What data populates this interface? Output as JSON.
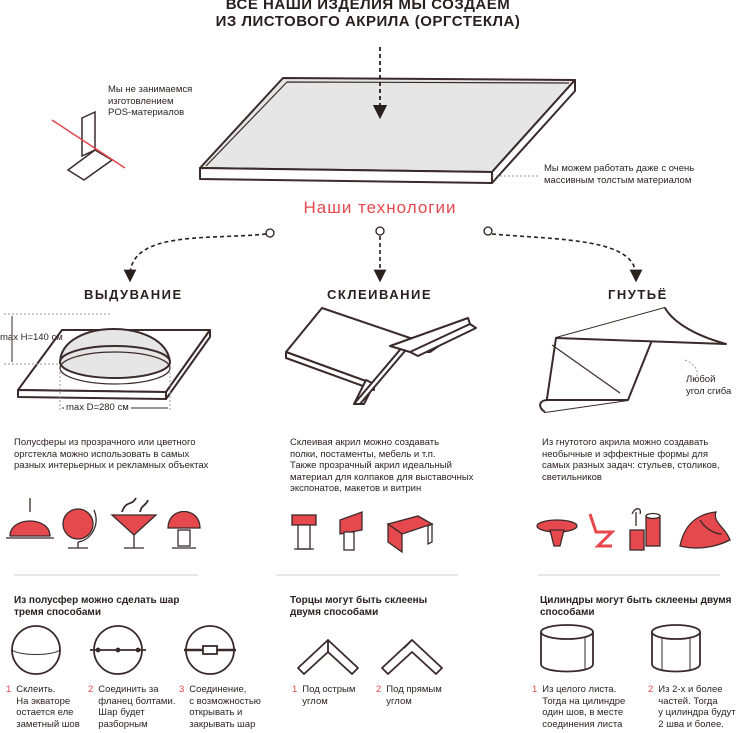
{
  "colors": {
    "accent": "#e5484d",
    "line": "#3a2a2a",
    "fill": "#e6e6e6"
  },
  "header": {
    "title_line1": "ВСЕ НАШИ ИЗДЕЛИЯ МЫ СОЗДАЕМ",
    "title_line2": "ИЗ ЛИСТОВОГО АКРИЛА (ОРГСТЕКЛА)"
  },
  "notes": {
    "no_pos": [
      "Мы не занимаемся",
      "изготовлением",
      "POS-материалов"
    ],
    "thick": [
      "Мы можем работать даже с очень",
      "массивным толстым материалом"
    ]
  },
  "technologies_title": "Наши технологии",
  "columns": [
    {
      "heading": "ВЫДУВАНИЕ",
      "dim_h": "max H=140 см",
      "dim_d": "max D=280 см",
      "description": [
        "Полусферы из прозрачного или цветного",
        "оргстекла можно использовать в самых",
        "разных интерьерных и рекламных объектах"
      ],
      "icons": [
        "pendant-lamp-icon",
        "globe-icon",
        "cocktail-glass-icon",
        "table-lamp-icon"
      ],
      "subheading": [
        "Из полусфер можно сделать шар",
        "тремя способами"
      ],
      "items": [
        {
          "n": "1",
          "lines": [
            "Склеить.",
            "На экваторе",
            "остается еле",
            "заметный шов"
          ]
        },
        {
          "n": "2",
          "lines": [
            "Соединить за",
            "фланец болтами.",
            "Шар будет",
            "разборным"
          ]
        },
        {
          "n": "3",
          "lines": [
            "Соединение,",
            "с возможностью",
            "открывать и",
            "закрывать шар"
          ]
        }
      ]
    },
    {
      "heading": "СКЛЕИВАНИЕ",
      "description": [
        "Склеивая акрил можно создавать",
        "полки, постаменты, мебель и т.п.",
        "Также прозрачный акрил идеальный",
        "материал для колпаков для выставочных",
        "экспонатов, макетов и витрин"
      ],
      "icons": [
        "pedestal-icon",
        "kiosk-icon",
        "bent-table-icon"
      ],
      "subheading": [
        "Торцы могут быть склеены",
        "двумя способами"
      ],
      "items": [
        {
          "n": "1",
          "lines": [
            "Под острым",
            "углом"
          ]
        },
        {
          "n": "2",
          "lines": [
            "Под прямым",
            "углом"
          ]
        }
      ]
    },
    {
      "heading": "ГНУТЬЁ",
      "bend_note": [
        "Любой",
        "угол сгиба"
      ],
      "description": [
        "Из гнутотого акрила можно создавать",
        "необычные и эффектные формы для",
        "самых разных задач: стульев, столиков,",
        "светильников"
      ],
      "icons": [
        "round-table-icon",
        "cantilever-chair-icon",
        "cylinders-icon",
        "wave-sculpture-icon"
      ],
      "subheading": [
        "Цилиндры могут быть склеены двумя",
        "способами"
      ],
      "items": [
        {
          "n": "1",
          "lines": [
            "Из целого листа.",
            "Тогда на цилиндре",
            "один шов, в месте",
            "соединения листа"
          ]
        },
        {
          "n": "2",
          "lines": [
            "Из 2-х и более",
            "частей. Тогда",
            "у цилиндра будут",
            "2 шва и более."
          ]
        }
      ]
    }
  ]
}
